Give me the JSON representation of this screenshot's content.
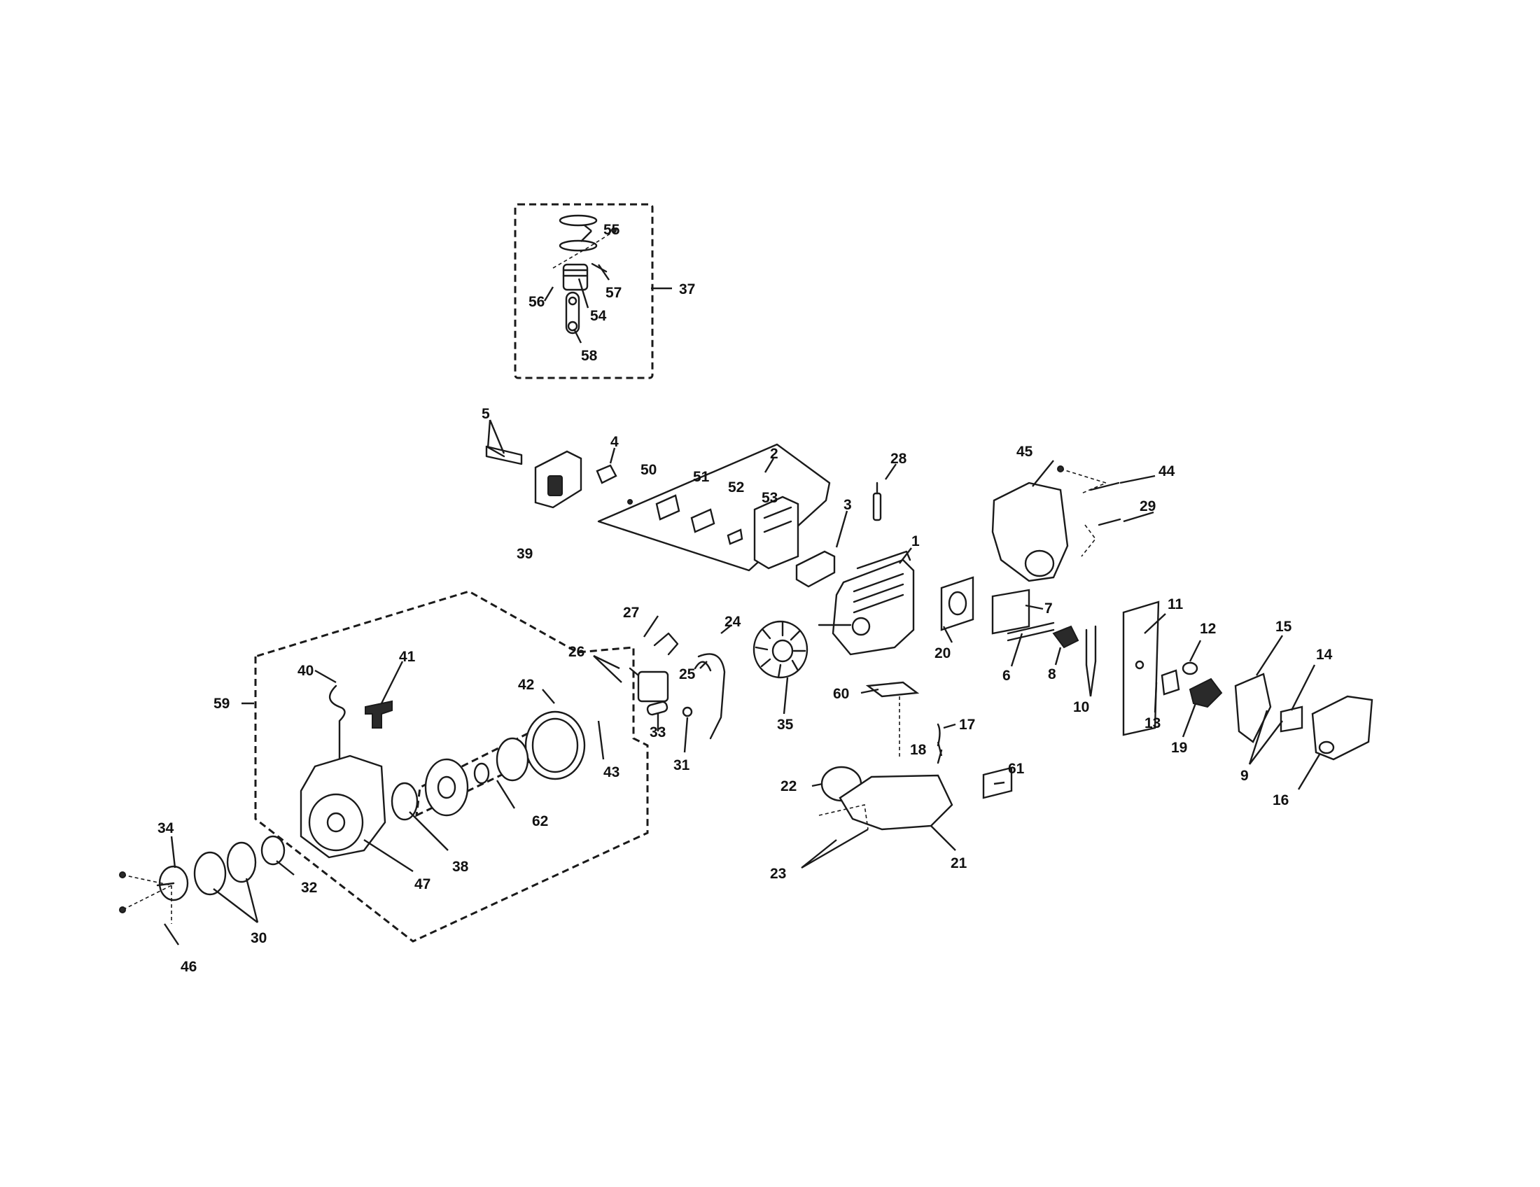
{
  "diagram": {
    "labels": {
      "1": "1",
      "2": "2",
      "3": "3",
      "4": "4",
      "5": "5",
      "6": "6",
      "7": "7",
      "8": "8",
      "9": "9",
      "10": "10",
      "11": "11",
      "12": "12",
      "13": "13",
      "14": "14",
      "15": "15",
      "16": "16",
      "17": "17",
      "18": "18",
      "19": "19",
      "20": "20",
      "21": "21",
      "22": "22",
      "23": "23",
      "24": "24",
      "25": "25",
      "26": "26",
      "27": "27",
      "28": "28",
      "29": "29",
      "30": "30",
      "31": "31",
      "32": "32",
      "33": "33",
      "34": "34",
      "35": "35",
      "37": "37",
      "38": "38",
      "39": "39",
      "40": "40",
      "41": "41",
      "42": "42",
      "43": "43",
      "44": "44",
      "45": "45",
      "46": "46",
      "47": "47",
      "50": "50",
      "51": "51",
      "52": "52",
      "53": "53",
      "54": "54",
      "55": "55",
      "56": "56",
      "57": "57",
      "58": "58",
      "59": "59",
      "60": "60",
      "61": "61",
      "62": "62"
    }
  }
}
